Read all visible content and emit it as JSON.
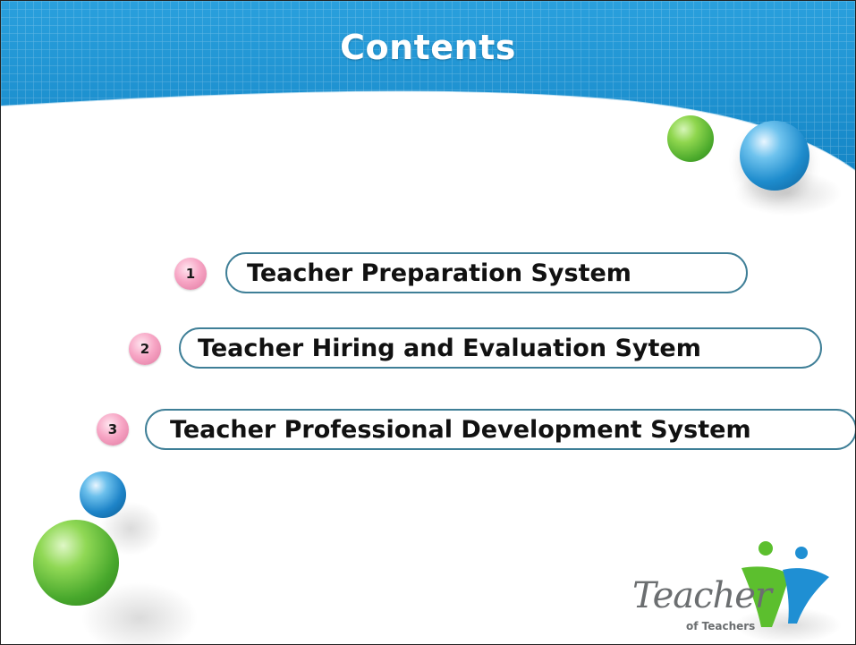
{
  "title": "Contents",
  "items": [
    {
      "number": "1",
      "label": "Teacher Preparation System"
    },
    {
      "number": "2",
      "label": "Teacher Hiring and Evaluation Sytem"
    },
    {
      "number": "3",
      "label": "Teacher Professional Development System"
    }
  ],
  "logo": {
    "word": "Teacher",
    "subtitle": "of Teachers"
  },
  "colors": {
    "header_blue": "#1a90cf",
    "pill_border": "#3f7f97",
    "number_pink": "#f7a6c5",
    "ball_green": "#4aa92b",
    "ball_blue": "#1e8ccd"
  }
}
